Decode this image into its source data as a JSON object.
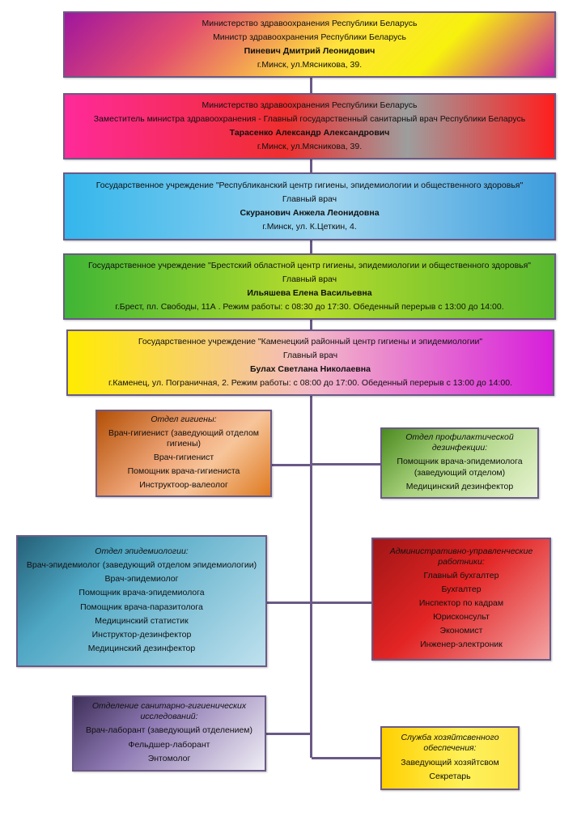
{
  "boxes": [
    {
      "line1": "Министерство здравоохранения Республики Беларусь",
      "line2": "Министр здравоохранения Республики Беларусь",
      "name": "Пиневич Дмитрий Леонидович",
      "address": "г.Минск, ул.Мясникова, 39."
    },
    {
      "line1": "Министерство здравоохранения Республики Беларусь",
      "line2": "Заместитель министра здравоохранения - Главный государственный санитарный врач Республики Беларусь",
      "name": "Тарасенко Александр Александрович",
      "address": "г.Минск, ул.Мясникова, 39."
    },
    {
      "line1": "Государственное учреждение \"Республиканский  центр гигиены, эпидемиологии и общественного здоровья\"",
      "line2": "Главный врач",
      "name": "Скуранович Анжела Леонидовна",
      "address": "г.Минск, ул. К.Цеткин, 4."
    },
    {
      "line1": "Государственное учреждение \"Брестский областной центр гигиены, эпидемиологии и общественного здоровья\"",
      "line2": "Главный врач",
      "name": "Ильяшева Елена Васильевна",
      "address": "г.Брест, пл. Свободы, 11А . Режим работы: с 08:30 до 17:30. Обеденный перерыв с 13:00 до 14:00."
    },
    {
      "line1": "Государственное учреждение  \"Каменецкий районный центр гигиены и эпидемиологии\"",
      "line2": "Главный врач",
      "name": "Булах Светлана Николаевна",
      "address": "г.Каменец, ул. Пограничная, 2. Режим работы: с 08:00 до 17:00. Обеденный перерыв с 13:00 до 14:00."
    }
  ],
  "departments": {
    "hygiene": {
      "title": "Отдел гигиены:",
      "items": [
        "Врач-гигиенист  (заведующий отделом гигиены)",
        "Врач-гигиенист",
        "Помощник врача-гигиениста",
        "Инструктоор-валеолог"
      ]
    },
    "disinfection": {
      "title": "Отдел профилактической дезинфекции:",
      "items": [
        "Помощник врача-эпидемиолога (заведующий отделом)",
        "Медицинский дезинфектор"
      ]
    },
    "epidemiology": {
      "title": "Отдел эпидемиологии:",
      "items": [
        "Врач-эпидемиолог (заведующий отделом эпидемиологии)",
        "Врач-эпидемиолог",
        "Помощник врача-эпидемиолога",
        "Помощник врача-паразитолога",
        "Медицинский статистик",
        "Инструктор-дезинфектор",
        "Медицинский дезинфектор"
      ]
    },
    "admin": {
      "title": "Административно-управленческие работники:",
      "items": [
        "Главный бухгалтер",
        "Бухгалтер",
        "Инспектор по кадрам",
        "Юрисконсульт",
        "Экономист",
        "Инженер-электроник"
      ]
    },
    "sanitary": {
      "title": "Отделение санитарно-гигиенических исследований:",
      "items": [
        "Врач-лаборант (заведующий отделением)",
        "Фельдшер-лаборант",
        "Энтомолог"
      ]
    },
    "household": {
      "title": "Служба хозяйтсвенного обеспечения:",
      "items": [
        "Заведующий хозяйтсвом",
        "Секретарь"
      ]
    }
  },
  "colors": {
    "border": "#6a5a86",
    "connector": "#6a5a86"
  }
}
